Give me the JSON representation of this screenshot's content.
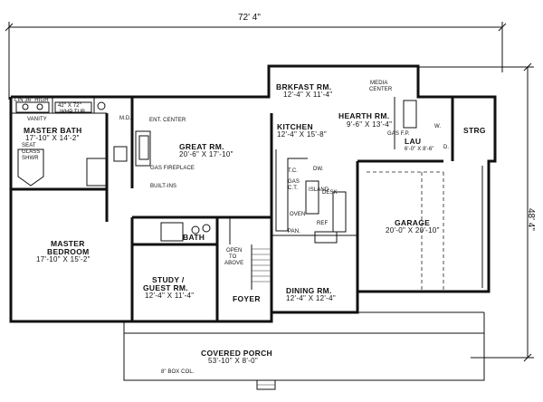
{
  "dimensions": {
    "width": "72' 4\"",
    "depth": "48' 4\""
  },
  "rooms": {
    "brkfast": {
      "name": "BRKFAST RM.",
      "size": "12'-4\" X 11'-4\""
    },
    "media": {
      "line1": "MEDIA",
      "line2": "CENTER"
    },
    "hearth": {
      "name": "HEARTH RM.",
      "size": "9'-6\" X 13'-4\""
    },
    "strg": {
      "name": "STRG"
    },
    "master_bath": {
      "name": "MASTER BATH",
      "size": "17'-10\" X 14'-2\""
    },
    "linen": {
      "text": "LIN 36\" HIGH"
    },
    "vanity": {
      "text": "VANITY"
    },
    "whp_tub": {
      "line1": "42\" X 72\"",
      "line2": "WHP TUB"
    },
    "md": {
      "text": "M.D."
    },
    "ent_center": {
      "text": "ENT. CENTER"
    },
    "great": {
      "name": "GREAT RM.",
      "size": "20'-6\" X 17'-10\""
    },
    "kitchen": {
      "name": "KITCHEN",
      "size": "12'-4\" X 15'-8\""
    },
    "seat": {
      "line1": "SEAT",
      "line2": "GLASS",
      "line3": "SHWR"
    },
    "gas_fireplace": {
      "text": "GAS FIREPLACE"
    },
    "built_ins": {
      "text": "BUILT-INS"
    },
    "gas_fp": {
      "text": "GAS F.P."
    },
    "lau": {
      "name": "LAU",
      "size": "6'-0\" X 8'-6\""
    },
    "w": {
      "text": "W."
    },
    "d": {
      "text": "D."
    },
    "tc": {
      "text": "T.C."
    },
    "dw": {
      "text": "DW."
    },
    "gas_ct": {
      "line1": "GAS",
      "line2": "C.T."
    },
    "island": {
      "text": "ISLAND"
    },
    "desk": {
      "text": "DESK"
    },
    "oven": {
      "text": "OVEN"
    },
    "ref": {
      "text": "REF"
    },
    "pan": {
      "text": "PAN."
    },
    "garage": {
      "name": "GARAGE",
      "size": "20'-0\" X 20'-10\""
    },
    "master_bed": {
      "name": "MASTER",
      "name2": "BEDROOM",
      "size": "17'-10\" X 15'-2\""
    },
    "bath": {
      "name": "BATH"
    },
    "open_above": {
      "line1": "OPEN",
      "line2": "TO",
      "line3": "ABOVE"
    },
    "study": {
      "name": "STUDY /",
      "name2": "GUEST RM.",
      "size": "12'-4\" X 11'-4\""
    },
    "foyer": {
      "name": "FOYER"
    },
    "dining": {
      "name": "DINING RM.",
      "size": "12'-4\" X 12'-4\""
    },
    "porch": {
      "name": "COVERED PORCH",
      "size": "53'-10\" X 8'-0\""
    },
    "box_col": {
      "text": "8\" BOX COL."
    }
  }
}
